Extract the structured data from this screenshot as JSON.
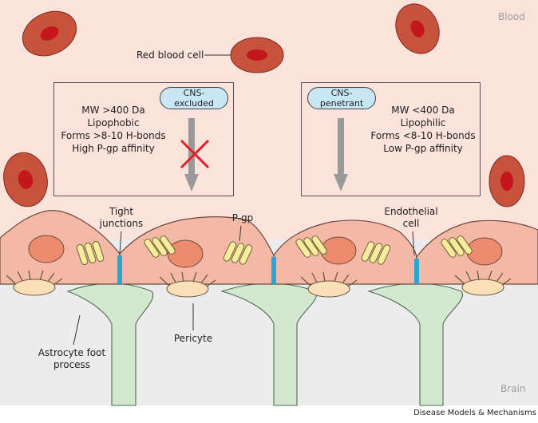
{
  "regions": {
    "blood": "Blood",
    "brain": "Brain"
  },
  "labels": {
    "red_blood_cell": "Red blood cell",
    "tight_junctions_1": "Tight",
    "tight_junctions_2": "junctions",
    "pgp": "P-gp",
    "endothelial_1": "Endothelial",
    "endothelial_2": "cell",
    "pericyte": "Pericyte",
    "astrocyte_1": "Astrocyte foot",
    "astrocyte_2": "process"
  },
  "left_box": {
    "pill_1": "CNS-",
    "pill_2": "excluded",
    "lines": [
      "MW >400 Da",
      "Lipophobic",
      "Forms >8-10 H-bonds",
      "High P-gp affinity"
    ]
  },
  "right_box": {
    "pill_1": "CNS-",
    "pill_2": "penetrant",
    "lines": [
      "MW <400 Da",
      "Lipophilic",
      "Forms <8-10 H-bonds",
      "Low P-gp affinity"
    ]
  },
  "credit": "Disease Models & Mechanisms",
  "colors": {
    "blood_bg": "#fbe3dc",
    "brain_bg": "#ececec",
    "rbc_outer": "#c8533d",
    "rbc_inner": "#c4161c",
    "endothelium": "#f4b9a6",
    "nucleus": "#ec8b6e",
    "pgp": "#f6ec9c",
    "tight_junction": "#2aa6d6",
    "pericyte": "#fbe0b7",
    "astrocyte": "#d4e8d1",
    "arrow": "#999999",
    "cross": "#e41e26",
    "pill": "#c9e6f4"
  }
}
